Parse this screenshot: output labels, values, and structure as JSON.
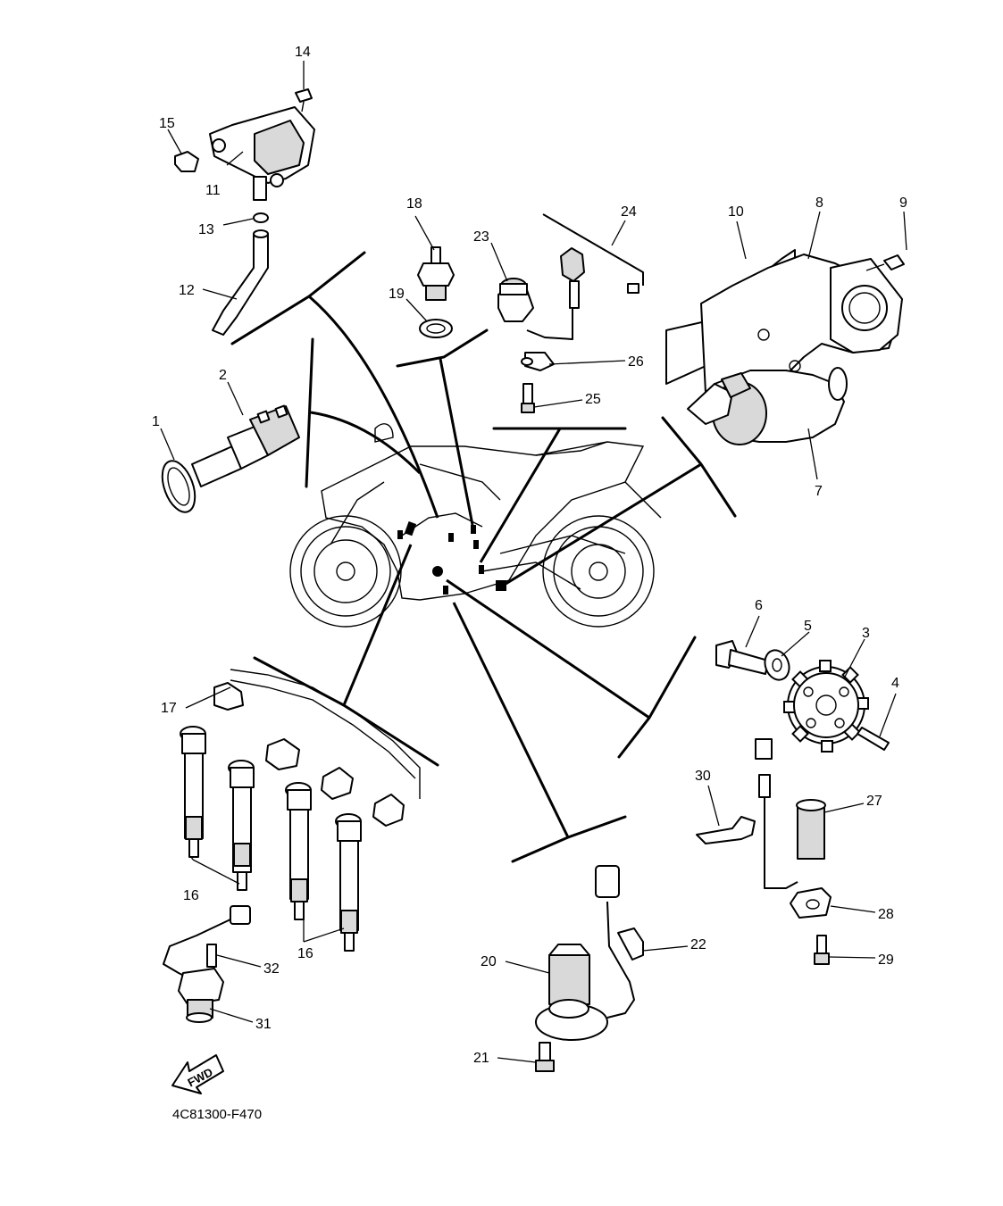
{
  "callouts": {
    "c1": "1",
    "c2": "2",
    "c3": "3",
    "c4": "4",
    "c5": "5",
    "c6": "6",
    "c7": "7",
    "c8": "8",
    "c9": "9",
    "c10": "10",
    "c11": "11",
    "c12": "12",
    "c13": "13",
    "c14": "14",
    "c15": "15",
    "c16a": "16",
    "c16b": "16",
    "c17": "17",
    "c18": "18",
    "c19": "19",
    "c20": "20",
    "c21": "21",
    "c22": "22",
    "c23": "23",
    "c24": "24",
    "c25": "25",
    "c26": "26",
    "c27": "27",
    "c28": "28",
    "c29": "29",
    "c30": "30",
    "c31": "31",
    "c32": "32"
  },
  "fwd_label": "FWD",
  "diagram_code": "4C81300-F470"
}
